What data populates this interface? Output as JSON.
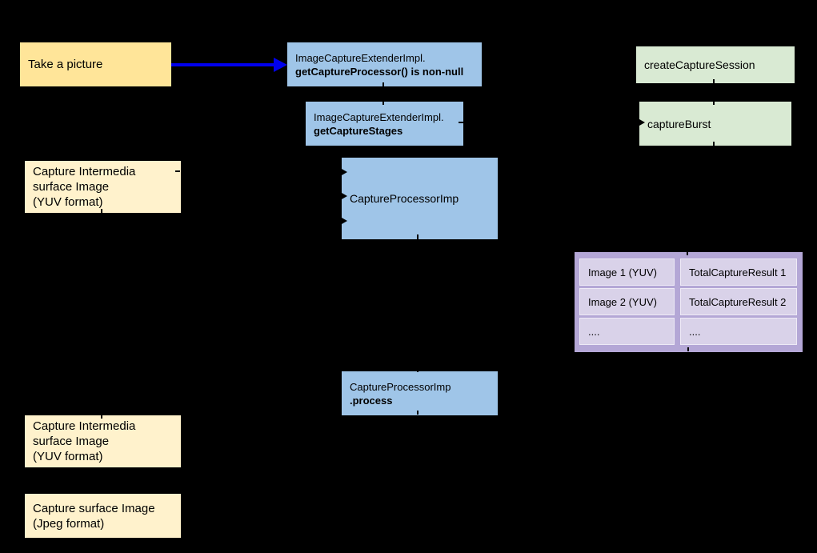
{
  "diagram": {
    "background_color": "#000000",
    "colors": {
      "user_action_fill": "#ffe599",
      "surface_fill": "#fff2cc",
      "impl_fill": "#9fc5e8",
      "camera_api_fill": "#d9ead3",
      "table_outer_fill": "#b4a7d6",
      "table_cell_fill": "#d9d2e9",
      "arrow": "#0000ee",
      "text": "#000000"
    },
    "nodes": {
      "take_picture": {
        "label": "Take a picture"
      },
      "capture_processor_nonnull": {
        "line1": "ImageCaptureExtenderImpl.",
        "line2": "getCaptureProcessor() is non-null"
      },
      "capture_stages": {
        "line1": "ImageCaptureExtenderImpl.",
        "line2": "getCaptureStages"
      },
      "create_capture_session": {
        "label": "createCaptureSession"
      },
      "capture_burst": {
        "label": "captureBurst"
      },
      "intermedia_surface_top": {
        "line1": "Capture Intermedia",
        "line2": "surface Image",
        "line3": "(YUV format)"
      },
      "capture_processor_imp": {
        "label": "CaptureProcessorImp"
      },
      "capture_processor_process": {
        "line1": "CaptureProcessorImp",
        "line2": ".process"
      },
      "intermedia_surface_bottom": {
        "line1": "Capture Intermedia",
        "line2": "surface Image",
        "line3": "(YUV format)"
      },
      "capture_surface_jpeg": {
        "line1": "Capture surface Image",
        "line2": "(Jpeg format)"
      }
    },
    "result_table": {
      "rows": [
        {
          "image": "Image 1 (YUV)",
          "result": "TotalCaptureResult 1"
        },
        {
          "image": "Image 2 (YUV)",
          "result": "TotalCaptureResult 2"
        },
        {
          "image": "....",
          "result": "...."
        }
      ]
    }
  }
}
